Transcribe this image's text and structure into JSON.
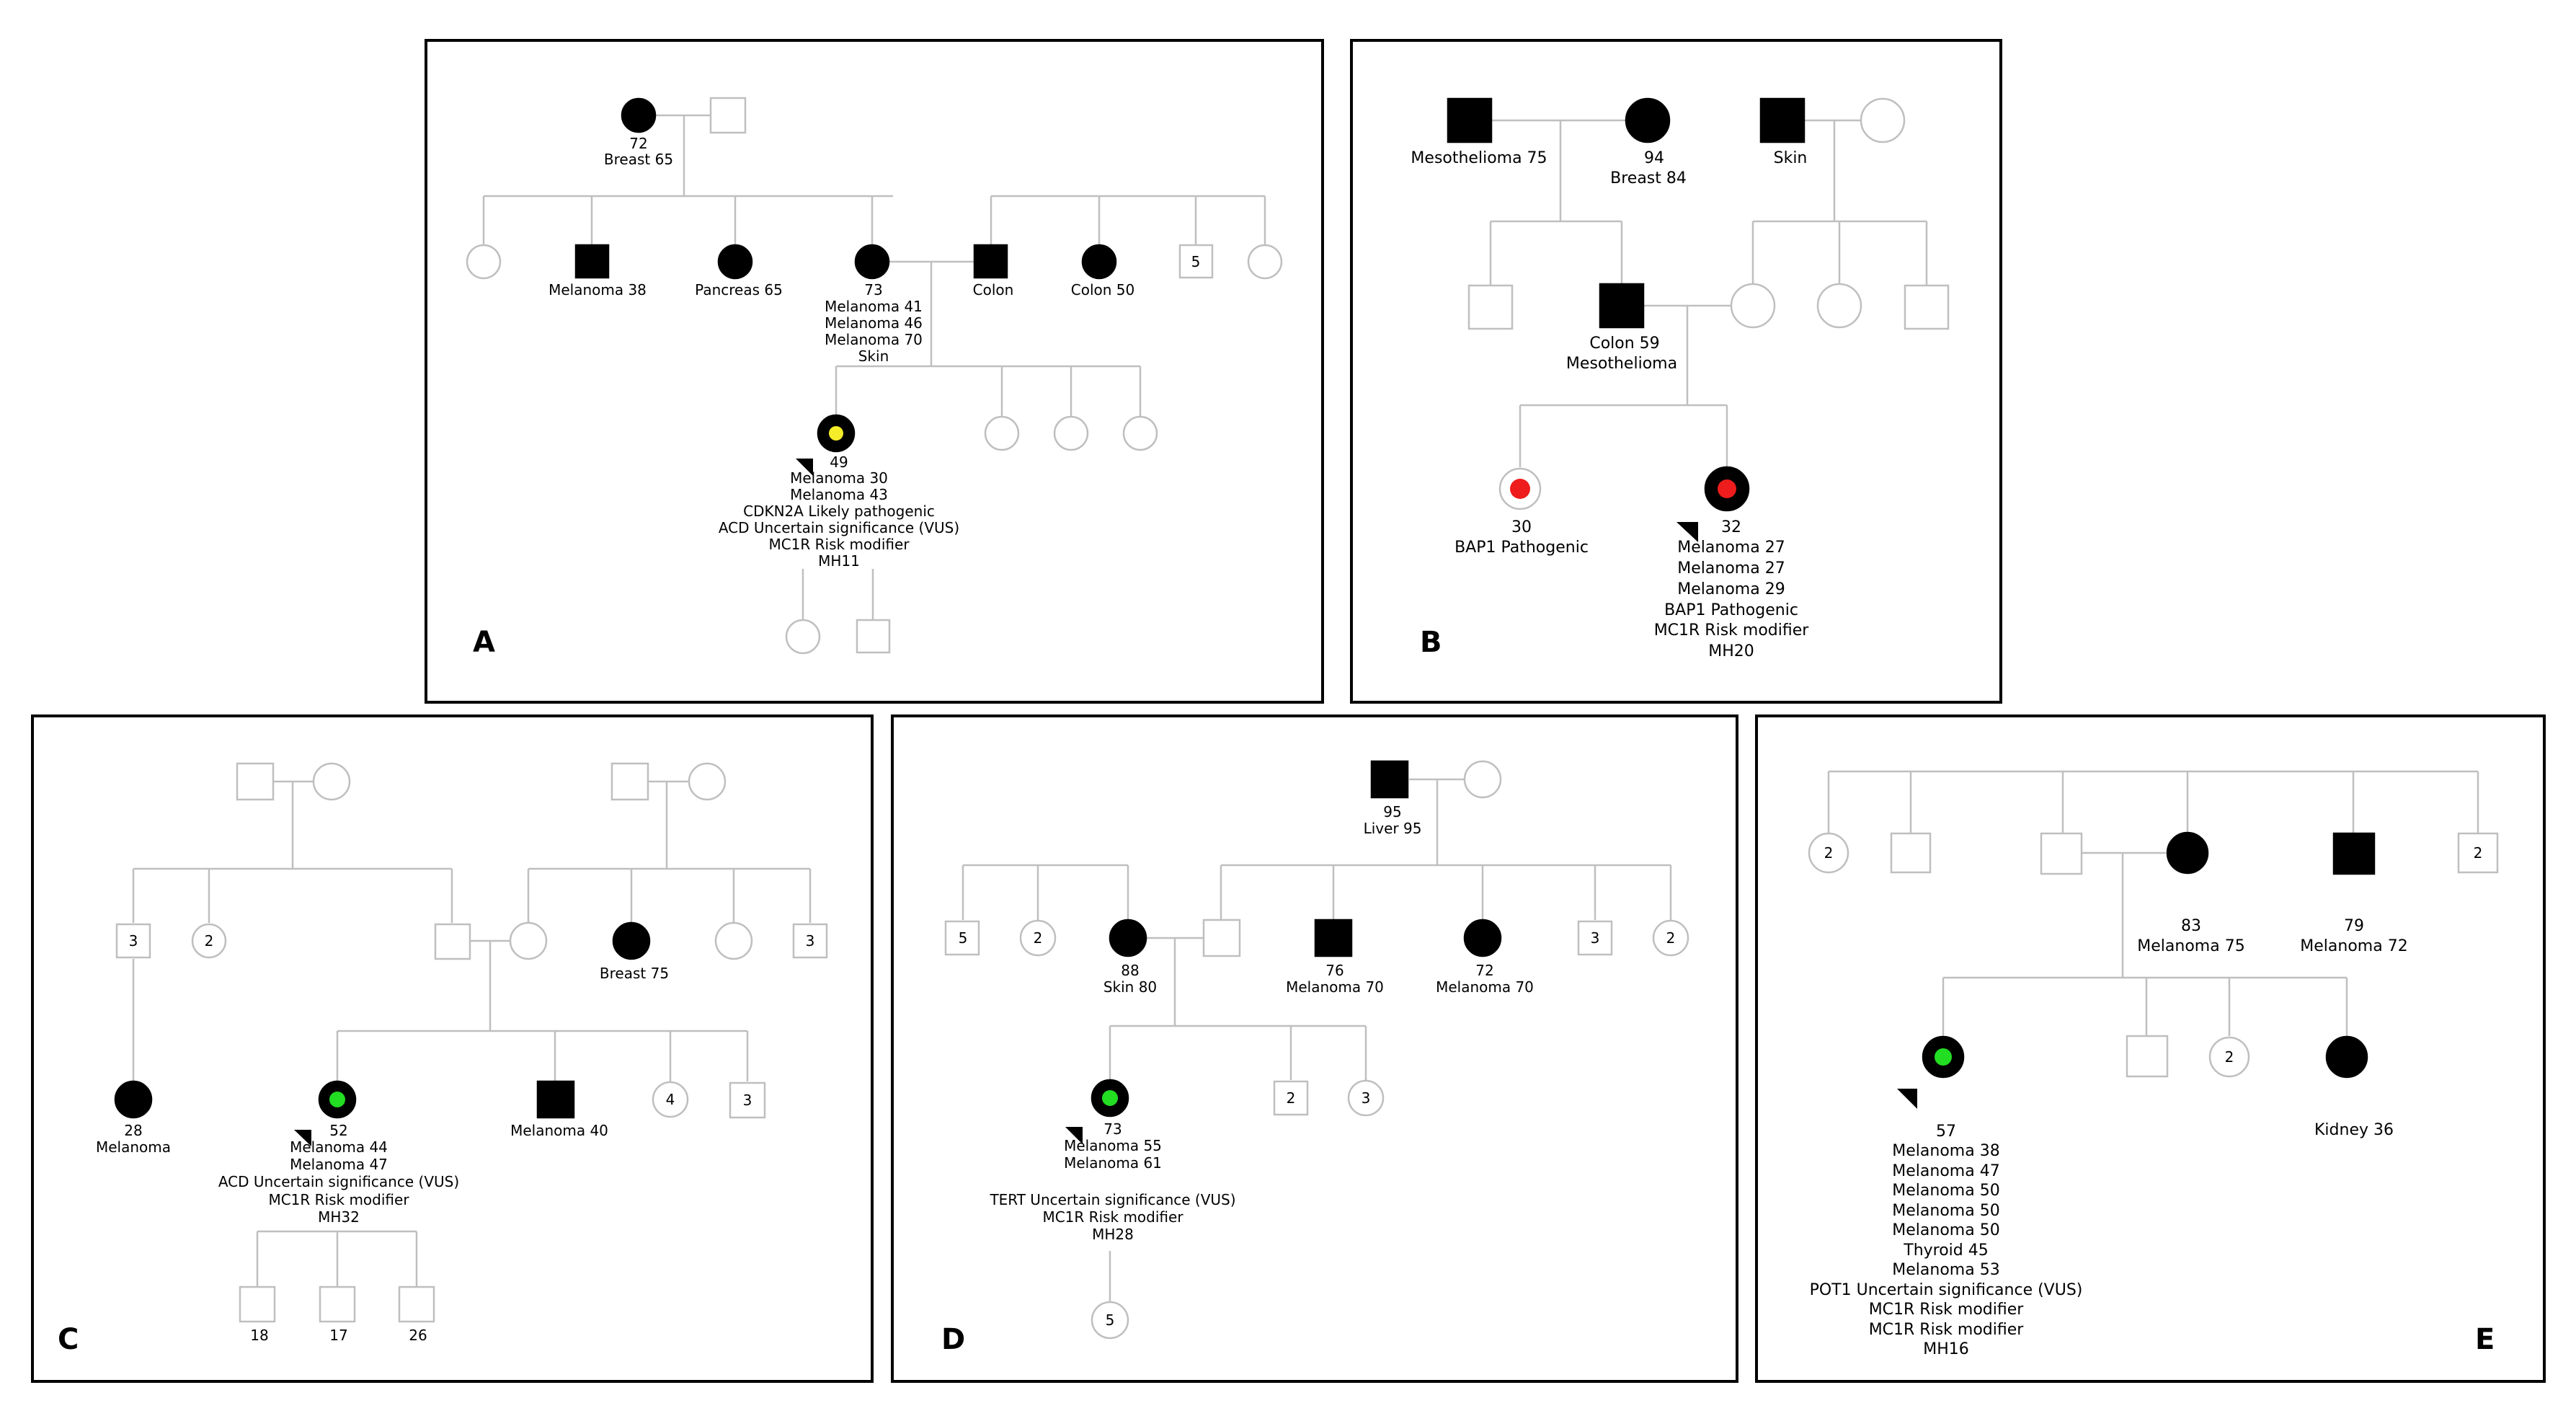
{
  "colors": {
    "affected": "#000000",
    "unaffected_stroke": "#bfbfbf",
    "line": "#bfbfbf",
    "dot_yellow": "#f5ec2a",
    "dot_red": "#ee1c1c",
    "dot_green": "#22dd22"
  },
  "panels": {
    "A": {
      "label": "A",
      "gm_age": "72",
      "gm_dx": "Breast 65",
      "m_mel": "Melanoma 38",
      "f_panc": "Pancreas 65",
      "mother_age": "73",
      "mother_d1": "Melanoma 41",
      "mother_d2": "Melanoma 46",
      "mother_d3": "Melanoma 70",
      "mother_d4": "Skin",
      "husb_dx": "Colon",
      "aunt_dx": "Colon 50",
      "sib_count": "5",
      "pb_age": "49",
      "pb_d1": "Melanoma 30",
      "pb_d2": "Melanoma 43",
      "pb_d3": "CDKN2A Likely pathogenic",
      "pb_d4": "ACD Uncertain significance (VUS)",
      "pb_d5": "MC1R Risk modifier",
      "pb_d6": "MH11"
    },
    "B": {
      "label": "B",
      "gf_dx": "Mesothelioma 75",
      "gm_age": "94",
      "gm_dx": "Breast 84",
      "gf2_dx": "Skin",
      "father_d1": "Colon  59",
      "father_d2": "Mesothelioma",
      "sis_age": "30",
      "sis_dx": "BAP1 Pathogenic",
      "pb_age": "32",
      "pb_d1": "Melanoma 27",
      "pb_d2": "Melanoma 27",
      "pb_d3": "Melanoma 29",
      "pb_d4": "BAP1 Pathogenic",
      "pb_d5": "MC1R Risk modifier",
      "pb_d6": "MH20"
    },
    "C": {
      "label": "C",
      "c1": "3",
      "c2": "2",
      "aunt_dx": "Breast 75",
      "c3": "3",
      "cousin_age": "28",
      "cousin_dx": "Melanoma",
      "pb_age": "52",
      "pb_d1": "Melanoma 44",
      "pb_d2": "Melanoma 47",
      "pb_d3": "ACD Uncertain significance (VUS)",
      "pb_d4": "MC1R Risk modifier",
      "pb_d5": "MH32",
      "bro_dx": "Melanoma 40",
      "c4": "4",
      "c5": "3",
      "k1": "18",
      "k2": "17",
      "k3": "26"
    },
    "D": {
      "label": "D",
      "gf_age": "95",
      "gf_dx": "Liver 95",
      "c1": "5",
      "c2": "2",
      "mother_age": "88",
      "mother_dx": "Skin 80",
      "unc_age": "76",
      "unc_dx": "Melanoma 70",
      "aunt_age": "72",
      "aunt_dx": "Melanoma 70",
      "c3": "3",
      "c4": "2",
      "pb_age": "73",
      "pb_d1": "Melanoma 55",
      "pb_d2": "Melanoma 61",
      "pb_d3": "TERT Uncertain significance (VUS)",
      "pb_d4": "MC1R Risk modifier",
      "pb_d5": "MH28",
      "c5": "2",
      "c6": "3",
      "c7": "5"
    },
    "E": {
      "label": "E",
      "c1": "2",
      "c2": "2",
      "mother_age": "83",
      "mother_dx": "Melanoma 75",
      "unc_age": "79",
      "unc_dx": "Melanoma 72",
      "pb_age": "57",
      "pb_d1": "Melanoma 38",
      "pb_d2": "Melanoma 47",
      "pb_d3": "Melanoma 50",
      "pb_d4": "Melanoma 50",
      "pb_d5": "Melanoma 50",
      "pb_d6": "Thyroid 45",
      "pb_d7": "Melanoma 53",
      "pb_d8": "POT1 Uncertain significance (VUS)",
      "pb_d9": "MC1R Risk modifier",
      "pb_d10": "MC1R Risk modifier",
      "pb_d11": "MH16",
      "c3": "2",
      "sis_dx": "Kidney 36"
    }
  }
}
